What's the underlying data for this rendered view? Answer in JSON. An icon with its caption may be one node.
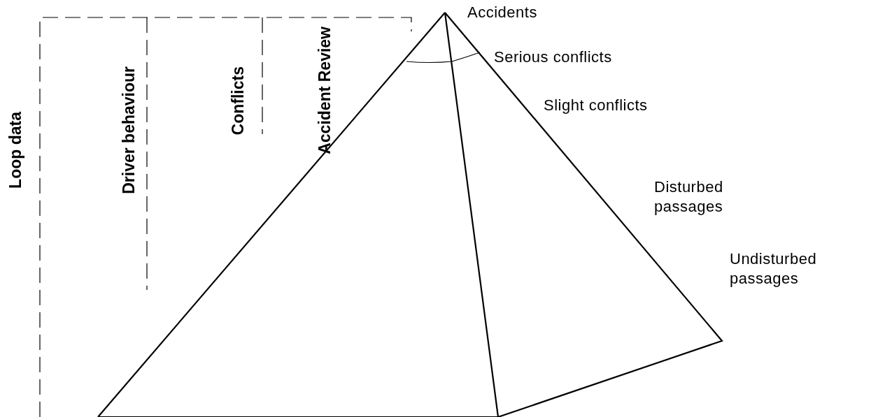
{
  "diagram": {
    "labels": [
      "Loop data",
      "Driver behaviour",
      "Conflicts",
      "Accident Review",
      "Accidents",
      "Serious conflicts",
      "Slight conflicts",
      "Disturbed passages",
      "Undisturbed passages"
    ]
  }
}
